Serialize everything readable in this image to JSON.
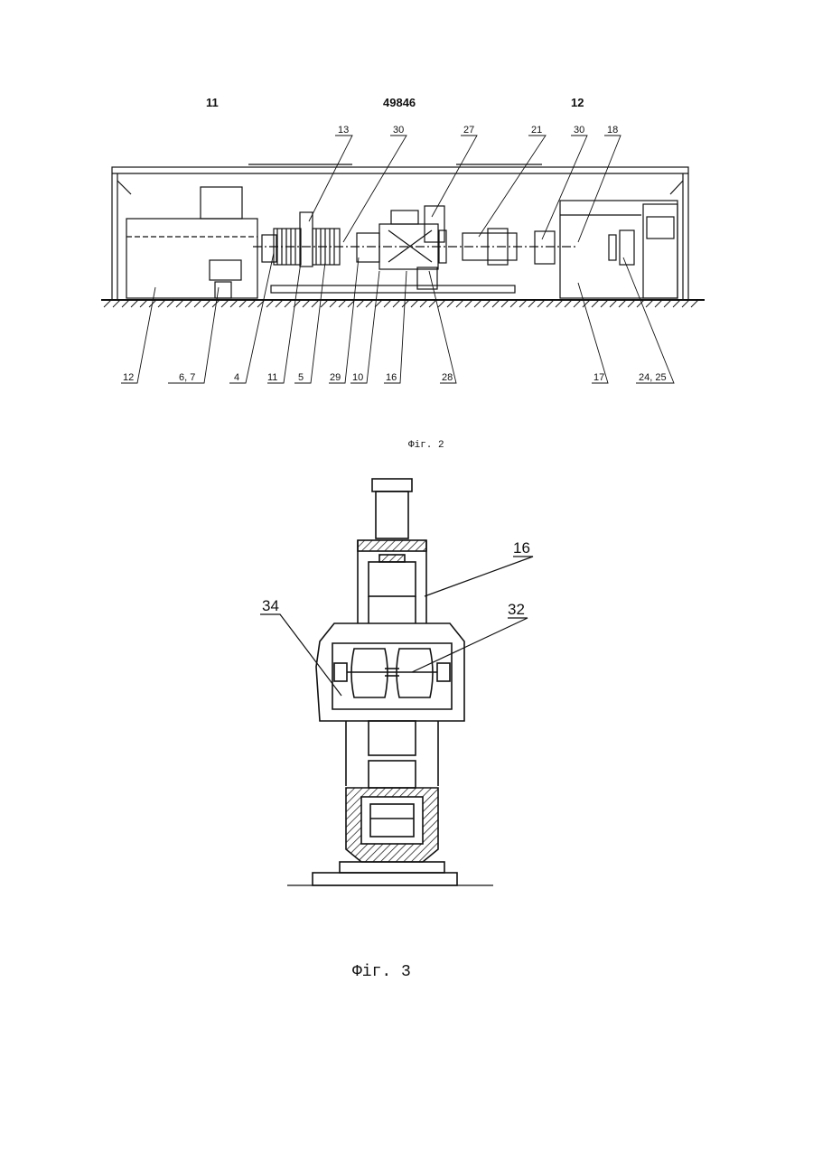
{
  "header": {
    "page_left": "11",
    "patent_number": "49846",
    "page_right": "12"
  },
  "figure2": {
    "caption": "Фіг. 2",
    "top_labels": [
      "13",
      "30",
      "27",
      "21",
      "30",
      "18"
    ],
    "bottom_labels": [
      "12",
      "6, 7",
      "4",
      "11",
      "5",
      "29",
      "10",
      "16",
      "28",
      "17",
      "24, 25"
    ]
  },
  "figure3": {
    "caption": "Фіг. 3",
    "labels": [
      "16",
      "34",
      "32"
    ]
  }
}
